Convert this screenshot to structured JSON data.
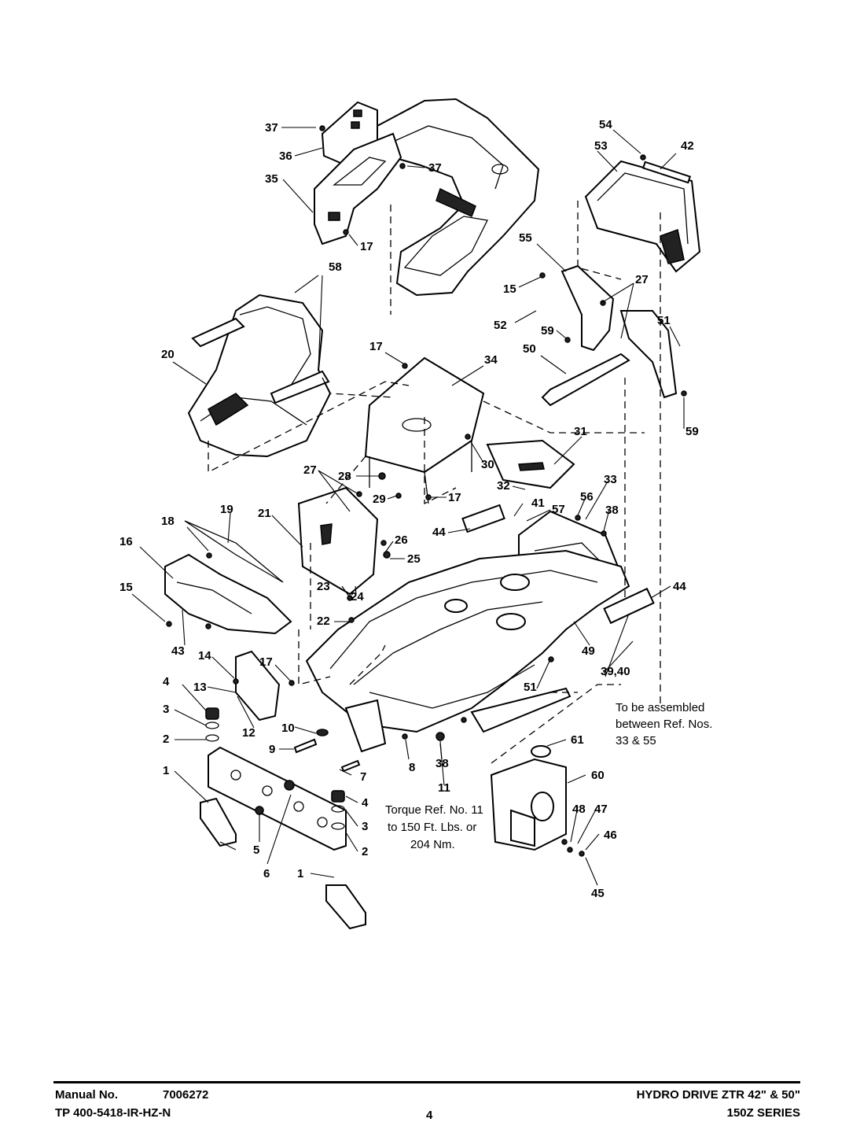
{
  "footer": {
    "manual_label": "Manual No.",
    "manual_number": "7006272",
    "tp_number": "TP 400-5418-IR-HZ-N",
    "page_number": "4",
    "title": "HYDRO DRIVE ZTR 42\" & 50\"",
    "series": "150Z SERIES"
  },
  "notes": {
    "assembled_1": "To be assembled",
    "assembled_2": "between Ref. Nos.",
    "assembled_3": "33 & 55",
    "torque_1": "Torque Ref. No. 11",
    "torque_2": "to 150 Ft. Lbs. or",
    "torque_3": "204 Nm."
  },
  "callouts": {
    "c37a": "37",
    "c37b": "37",
    "c36": "36",
    "c35": "35",
    "c17a": "17",
    "c54": "54",
    "c53": "53",
    "c42": "42",
    "c55": "55",
    "c27a": "27",
    "c15a": "15",
    "c52": "52",
    "c59a": "59",
    "c51a": "51",
    "c50": "50",
    "c59b": "59",
    "c58": "58",
    "c20": "20",
    "c17b": "17",
    "c34": "34",
    "c31": "31",
    "c30": "30",
    "c27b": "27",
    "c28": "28",
    "c29": "29",
    "c17c": "17",
    "c32": "32",
    "c33": "33",
    "c41": "41",
    "c57": "57",
    "c56": "56",
    "c38a": "38",
    "c44a": "44",
    "c19": "19",
    "c21": "21",
    "c18": "18",
    "c16": "16",
    "c26": "26",
    "c25": "25",
    "c15b": "15",
    "c23": "23",
    "c24": "24",
    "c44b": "44",
    "c22": "22",
    "c43": "43",
    "c14": "14",
    "c17d": "17",
    "c49": "49",
    "c3940": "39,40",
    "c51b": "51",
    "c4a": "4",
    "c13": "13",
    "c3a": "3",
    "c12": "12",
    "c10": "10",
    "c2a": "2",
    "c9": "9",
    "c8": "8",
    "c38b": "38",
    "c61": "61",
    "c1a": "1",
    "c7": "7",
    "c11": "11",
    "c60": "60",
    "c4b": "4",
    "c3b": "3",
    "c48": "48",
    "c47": "47",
    "c5": "5",
    "c2b": "2",
    "c46": "46",
    "c6": "6",
    "c1b": "1",
    "c45": "45"
  }
}
